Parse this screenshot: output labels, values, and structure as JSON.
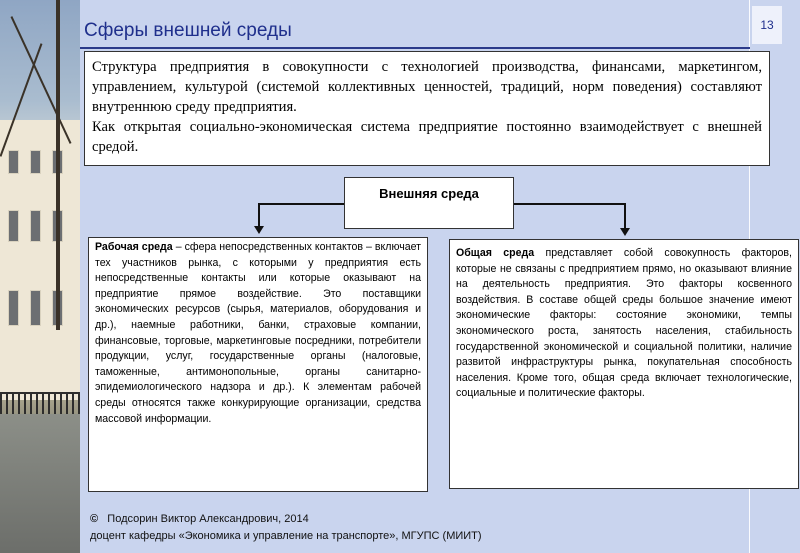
{
  "header": {
    "title": "Сферы внешней среды",
    "page_number": "13"
  },
  "intro": {
    "p1": "Структура предприятия в совокупности с технологией производства, финансами, маркетингом, управлением, культурой (системой коллективных ценностей, традиций, норм поведения) составляют внутреннюю среду предприятия.",
    "p2": "Как открытая социально-экономическая система предприятие постоянно взаимодействует с внешней средой."
  },
  "outer_env": {
    "label": "Внешняя среда"
  },
  "work_env": {
    "term": "Рабочая среда",
    "text": " – сфера непосредственных контактов – включает тех участников рынка, с которыми у предприятия есть непосредственные контакты или которые оказывают на предприятие прямое воздействие. Это поставщики экономических ресурсов (сырья, материалов, оборудования и др.), наемные работники, банки, страховые компании, финансовые, торговые, маркетинговые посредники, потребители продукции, услуг, государственные органы (налоговые, таможенные, антимонопольные, органы санитарно-эпидемиологического надзора и др.). К элементам рабочей среды относятся также конкурирующие организации, средства массовой информации."
  },
  "general_env": {
    "term": "Общая среда",
    "text": " представляет собой совокупность факторов, которые не связаны с предприятием прямо, но оказывают влияние на деятельность предприятия. Это факторы косвенного воздействия. В составе общей среды большое значение имеют экономические факторы: состояние экономики, темпы экономического роста, занятость населения, стабильность государственной экономической и социальной политики, наличие развитой инфраструктуры рынка, покупательная способность населения. Кроме того, общая среда включает технологические, социальные и политические факторы."
  },
  "footer": {
    "copyright_symbol": "©",
    "author": "Подсорин Виктор Александрович, 2014",
    "position": "доцент кафедры «Экономика и управление на транспорте», МГУПС (МИИТ)"
  },
  "colors": {
    "background": "#c9d4ee",
    "title": "#1f2f8c",
    "accent_line": "#2b3a8a"
  }
}
